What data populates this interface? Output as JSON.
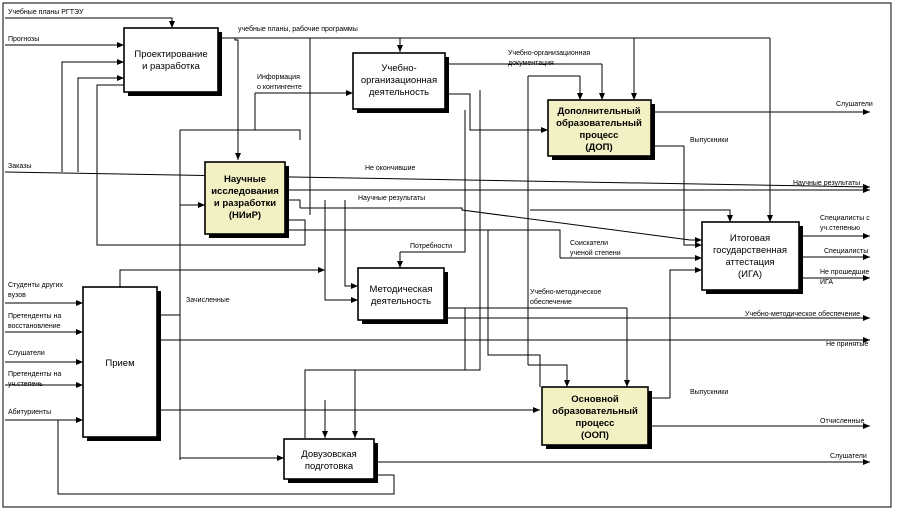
{
  "diagram": {
    "boxes": {
      "design": [
        "Проектирование",
        "и разработка"
      ],
      "edu_org": [
        "Учебно-",
        "организационная",
        "деятельность"
      ],
      "dop": [
        "Дополнительный",
        "образовательный",
        "процесс",
        "(ДОП)"
      ],
      "niir": [
        "Научные",
        "исследования",
        "и разработки",
        "(НИиР)"
      ],
      "iga": [
        "Итоговая",
        "государственная",
        "аттестация",
        "(ИГА)"
      ],
      "method": [
        "Методическая",
        "деятельность"
      ],
      "priem": [
        "Прием"
      ],
      "oop": [
        "Основной",
        "образовательный",
        "процесс",
        "(ООП)"
      ],
      "preuniv": [
        "Довузовская",
        "подготовка"
      ]
    },
    "labels": {
      "plans_rgtu": "Учебные планы РГТЭУ",
      "forecasts": "Прогнозы",
      "orders": "Заказы",
      "plans_programs": "учебные планы, рабочие программы",
      "info_contingent": [
        "Информация",
        "о контингенте"
      ],
      "org_docs": [
        "Учебно-организационная",
        "документация"
      ],
      "not_finished": "Не окончившие",
      "sci_results": "Научные результаты",
      "sci_results_out": "Научные результаты",
      "needs": "Потребности",
      "degree_seekers": [
        "Соискатели",
        "ученой степени"
      ],
      "method_support": [
        "Учебно-методическое",
        "обеспечение"
      ],
      "method_support_out": "Учебно-методическое обеспечение",
      "enrolled": "Зачисленные",
      "students_univ": [
        "Студенты других",
        "вузов"
      ],
      "restore": [
        "Претенденты на",
        "восстановление"
      ],
      "listeners_in": "Слушатели",
      "pretend_degree": [
        "Претенденты на",
        "уч.степень"
      ],
      "applicants": "Абитуриенты",
      "listeners_out1": "Слушатели",
      "graduates1": "Выпускники",
      "specialists_degree": [
        "Специалисты с",
        "уч.степенью"
      ],
      "specialists": "Специалисты",
      "failed_iga": [
        "Не прошедшие",
        "ИГА"
      ],
      "not_accepted": "Не принятые",
      "graduates2": "Выпускники",
      "expelled": "Отчисленные",
      "listeners_out2": "Слушатели"
    }
  }
}
